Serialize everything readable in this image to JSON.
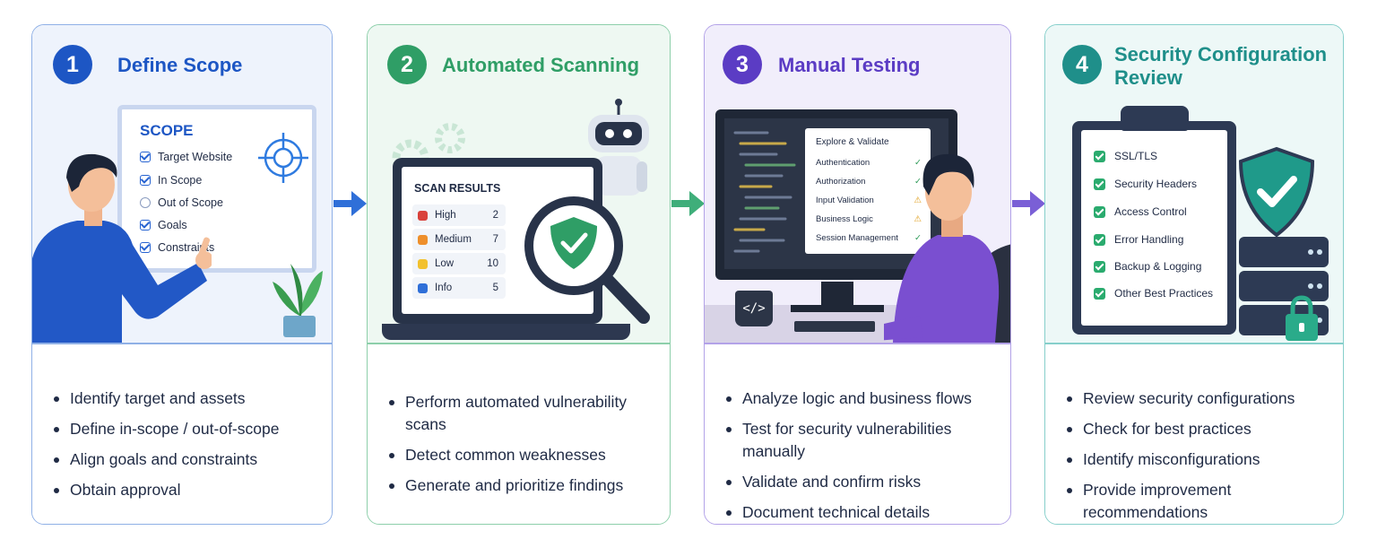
{
  "colors": {
    "blue": "#1d56c4",
    "green": "#2f9e66",
    "purple": "#5b3cc4",
    "teal": "#1f8f8a"
  },
  "steps": [
    {
      "number": "1",
      "title": "Define Scope",
      "bullets": [
        "Identify target and assets",
        "Define in-scope / out-of-scope",
        "Align goals and constraints",
        "Obtain approval"
      ],
      "board": {
        "title": "SCOPE",
        "items": [
          {
            "label": "Target Website",
            "checked": true
          },
          {
            "label": "In Scope",
            "checked": true
          },
          {
            "label": "Out of Scope",
            "checked": false
          },
          {
            "label": "Goals",
            "checked": true
          },
          {
            "label": "Constraints",
            "checked": true
          }
        ]
      }
    },
    {
      "number": "2",
      "title": "Automated Scanning",
      "bullets": [
        "Perform automated vulnerability scans",
        "Detect common weaknesses",
        "Generate and prioritize findings"
      ],
      "scan": {
        "title": "SCAN RESULTS",
        "rows": [
          {
            "label": "High",
            "count": "2",
            "color": "#d9413b"
          },
          {
            "label": "Medium",
            "count": "7",
            "color": "#ee8f2b"
          },
          {
            "label": "Low",
            "count": "10",
            "color": "#f2c12e"
          },
          {
            "label": "Info",
            "count": "5",
            "color": "#2f6fd8"
          }
        ]
      }
    },
    {
      "number": "3",
      "title": "Manual Testing",
      "bullets": [
        "Analyze logic and business flows",
        "Test for security vulnerabilities manually",
        "Validate and confirm risks",
        "Document technical details"
      ],
      "explore": {
        "title": "Explore & Validate",
        "rows": [
          {
            "label": "Authentication",
            "status": "✓",
            "kind": "ok"
          },
          {
            "label": "Authorization",
            "status": "✓",
            "kind": "ok"
          },
          {
            "label": "Input Validation",
            "status": "⚠",
            "kind": "warn"
          },
          {
            "label": "Business Logic",
            "status": "⚠",
            "kind": "warn"
          },
          {
            "label": "Session Management",
            "status": "✓",
            "kind": "ok"
          }
        ],
        "mug_label": "</>"
      }
    },
    {
      "number": "4",
      "title": "Security Configuration Review",
      "bullets": [
        "Review security configurations",
        "Check for best practices",
        "Identify misconfigurations",
        "Provide improvement recommendations"
      ],
      "checklist": [
        "SSL/TLS",
        "Security Headers",
        "Access Control",
        "Error Handling",
        "Backup & Logging",
        "Other Best Practices"
      ]
    }
  ]
}
